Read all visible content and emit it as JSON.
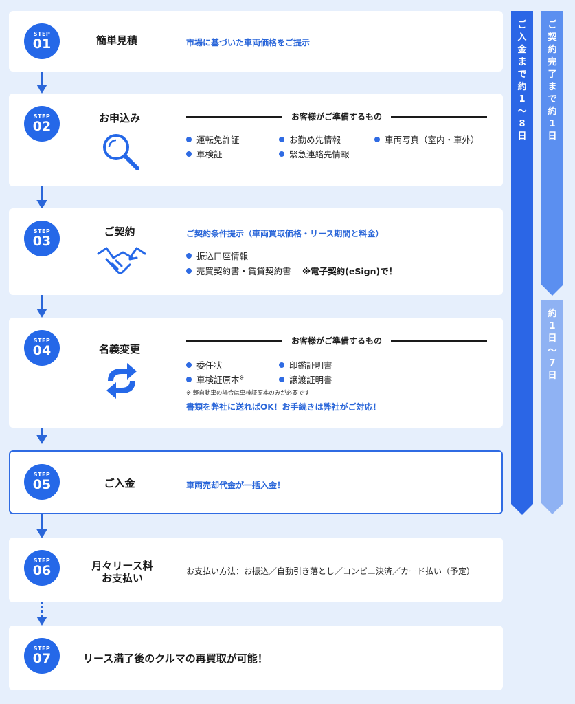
{
  "steps": [
    {
      "step_label": "STEP",
      "number": "01",
      "title": "簡単見積",
      "lead": "市場に基づいた車両価格をご提示"
    },
    {
      "step_label": "STEP",
      "number": "02",
      "title": "お申込み",
      "header": "お客様がご準備するもの",
      "items": [
        "運転免許証",
        "お勤め先情報",
        "車両写真（室内・車外）",
        "車検証",
        "緊急連絡先情報"
      ],
      "icon": "magnifier-icon"
    },
    {
      "step_label": "STEP",
      "number": "03",
      "title": "ご契約",
      "lead": "ご契約条件提示（車両買取価格・リース期間と料金）",
      "items": [
        "振込口座情報",
        "売買契約書・賃貸契約書"
      ],
      "esign_note": "※電子契約(eSign)で！",
      "icon": "handshake-icon"
    },
    {
      "step_label": "STEP",
      "number": "04",
      "title": "名義変更",
      "header": "お客様がご準備するもの",
      "items": [
        "委任状",
        "印鑑証明書",
        "車検証原本",
        "譲渡証明書"
      ],
      "item_mark": "※",
      "small_note": "※ 軽自動車の場合は車検証原本のみが必要です",
      "lead": "書類を弊社に送ればOK！お手続きは弊社がご対応！",
      "icon": "sync-arrows-icon"
    },
    {
      "step_label": "STEP",
      "number": "05",
      "title": "ご入金",
      "lead": "車両売却代金が一括入金！"
    },
    {
      "step_label": "STEP",
      "number": "06",
      "title_line1": "月々リース料",
      "title_line2": "お支払い",
      "note": "お支払い方法：お振込／自動引き落とし／コンビニ決済／カード払い（予定）"
    },
    {
      "step_label": "STEP",
      "number": "07",
      "title": "リース満了後のクルマの再買取が可能！"
    }
  ],
  "timelines": {
    "payment": {
      "chars": [
        "ご",
        "入",
        "金",
        "ま",
        "で",
        "約",
        "1",
        "〜",
        "8",
        "日"
      ]
    },
    "contract": {
      "chars": [
        "ご",
        "契",
        "約",
        "完",
        "了",
        "ま",
        "で",
        "約",
        "1",
        "日"
      ]
    },
    "transfer": {
      "chars": [
        "約",
        "1",
        "日",
        "〜",
        "7",
        "日"
      ]
    }
  },
  "colors": {
    "accent": "#2568e8",
    "bar_dark": "#2b66e6",
    "bar_mid": "#5b8ff0",
    "bar_light": "#8fb2f3",
    "background": "#e6effc"
  }
}
